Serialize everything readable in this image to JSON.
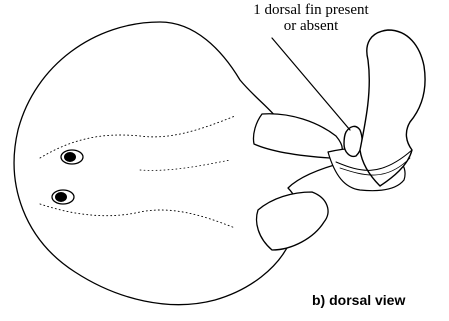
{
  "annotation": {
    "line1": "1 dorsal fin present",
    "line2": "or absent"
  },
  "caption": "b)  dorsal view"
}
